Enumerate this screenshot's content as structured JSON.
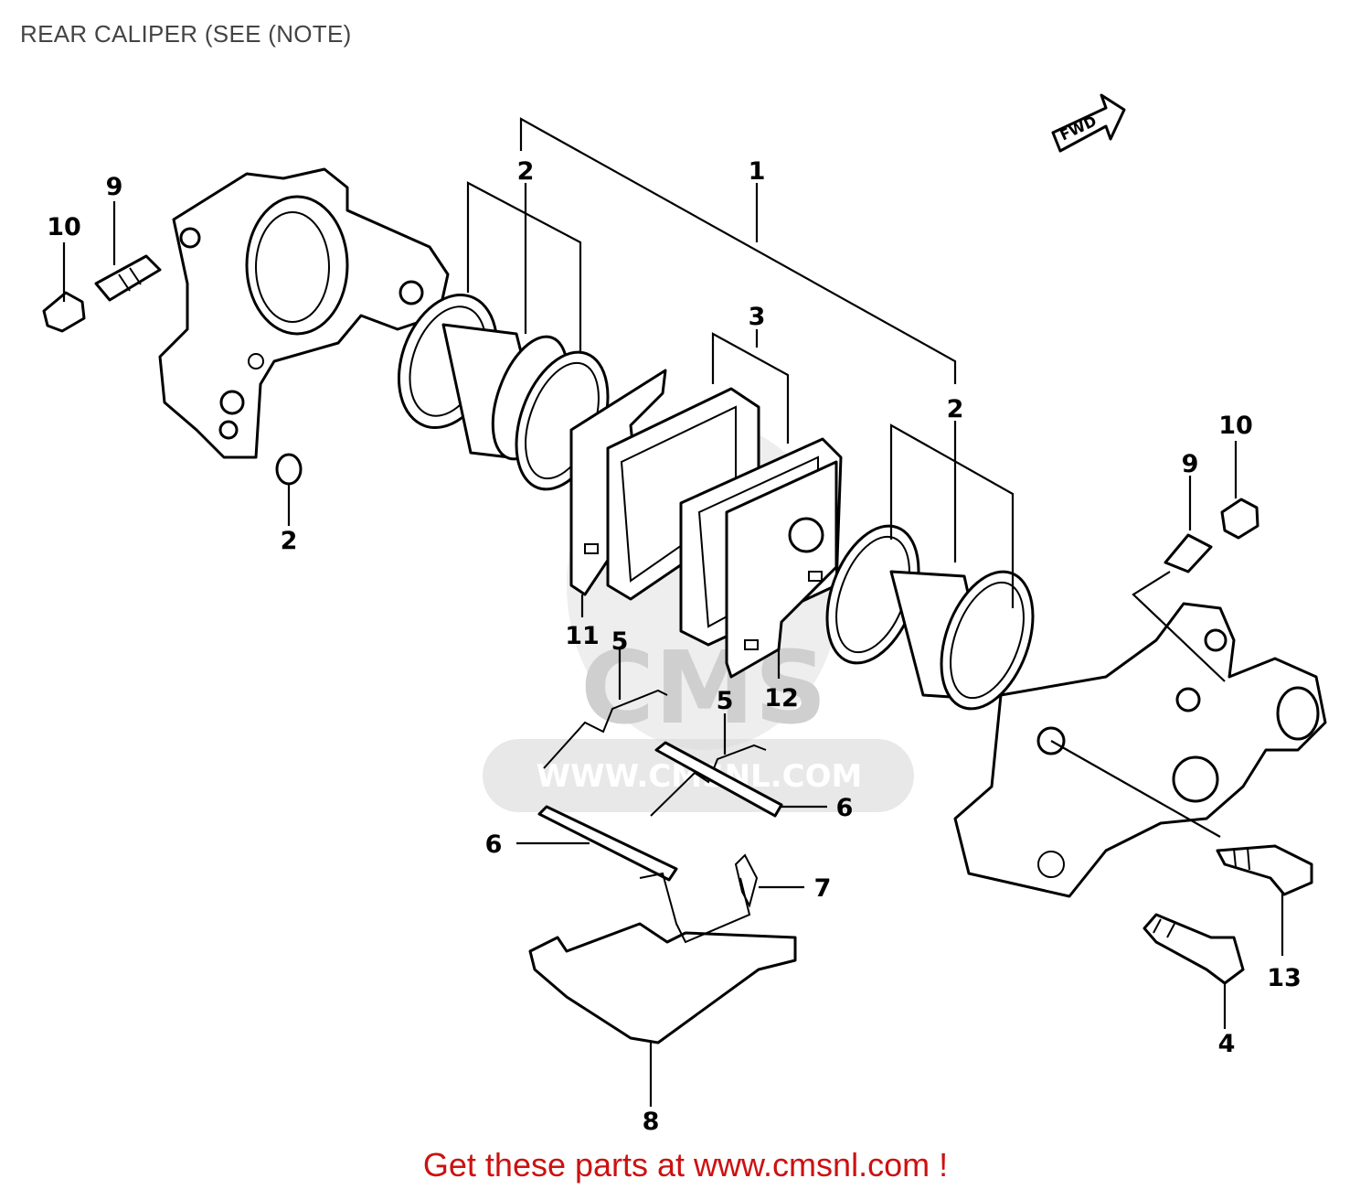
{
  "title": "REAR CALIPER (SEE (NOTE)",
  "fwd_arrow_text": "FWD",
  "watermark": {
    "logo_text": "CMS",
    "site_text": "WWW.CMSNL.COM"
  },
  "callouts": [
    {
      "id": "c1",
      "text": "1"
    },
    {
      "id": "c2a",
      "text": "2"
    },
    {
      "id": "c2b",
      "text": "2"
    },
    {
      "id": "c2c",
      "text": "2"
    },
    {
      "id": "c3",
      "text": "3"
    },
    {
      "id": "c4",
      "text": "4"
    },
    {
      "id": "c5a",
      "text": "5"
    },
    {
      "id": "c5b",
      "text": "5"
    },
    {
      "id": "c6a",
      "text": "6"
    },
    {
      "id": "c6b",
      "text": "6"
    },
    {
      "id": "c7",
      "text": "7"
    },
    {
      "id": "c8",
      "text": "8"
    },
    {
      "id": "c9a",
      "text": "9"
    },
    {
      "id": "c9b",
      "text": "9"
    },
    {
      "id": "c10a",
      "text": "10"
    },
    {
      "id": "c10b",
      "text": "10"
    },
    {
      "id": "c11",
      "text": "11"
    },
    {
      "id": "c12",
      "text": "12"
    },
    {
      "id": "c13",
      "text": "13"
    }
  ],
  "footer": "Get these parts at www.cmsnl.com !",
  "colors": {
    "footer_text": "#cc1111",
    "title_text": "#444444",
    "line_art": "#000000",
    "watermark": "#d9d9d9"
  }
}
